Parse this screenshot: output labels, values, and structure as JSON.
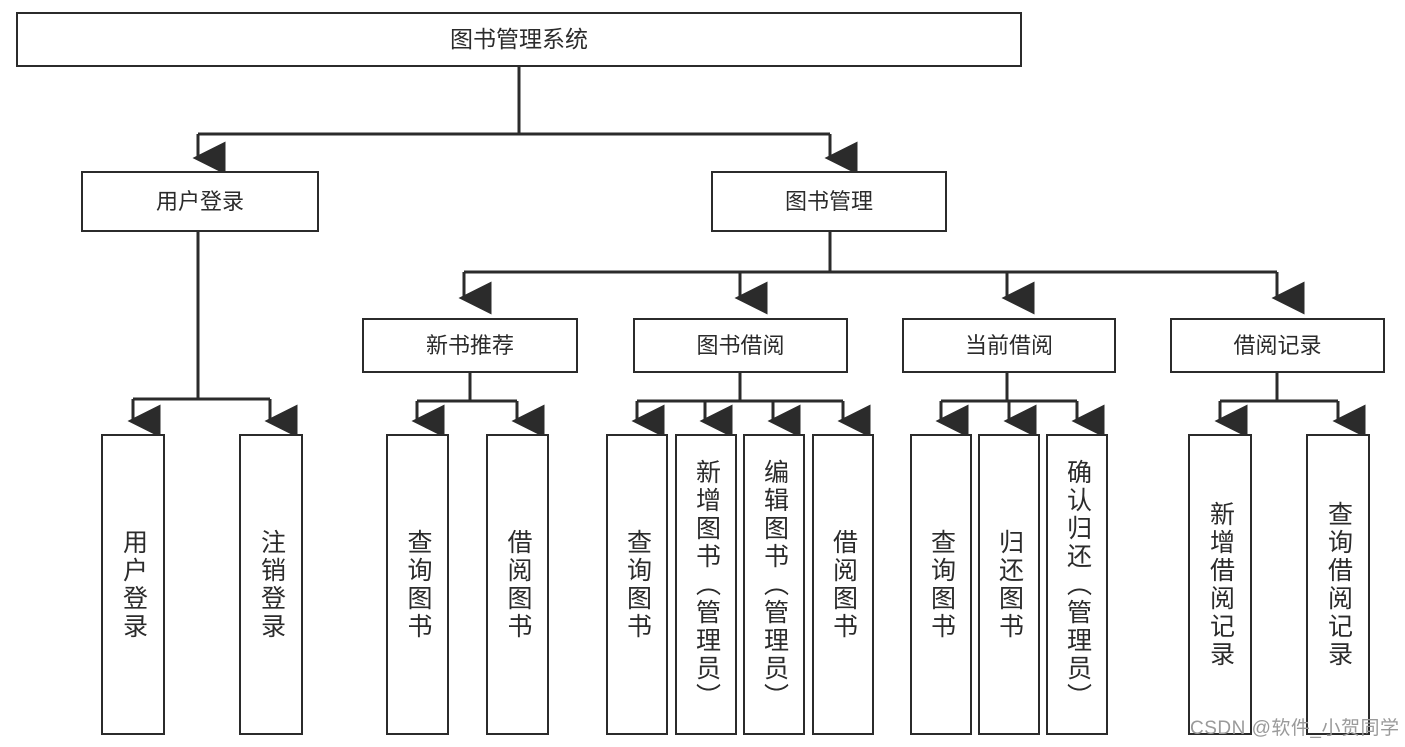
{
  "diagram": {
    "type": "tree",
    "title": "图书管理系统",
    "colors": {
      "stroke": "#2b2b2b",
      "fill": "#ffffff",
      "text": "#2b2b2b",
      "watermark": "#9a9a9a"
    },
    "nodes": {
      "root": {
        "label": "图书管理系统"
      },
      "level2": [
        {
          "label": "用户登录"
        },
        {
          "label": "图书管理"
        }
      ],
      "level3": [
        {
          "label": "新书推荐"
        },
        {
          "label": "图书借阅"
        },
        {
          "label": "当前借阅"
        },
        {
          "label": "借阅记录"
        }
      ],
      "leaves": {
        "user_login": [
          {
            "label": "用户登录"
          },
          {
            "label": "注销登录"
          }
        ],
        "new_book_recommend": [
          {
            "label": "查询图书"
          },
          {
            "label": "借阅图书"
          }
        ],
        "book_borrow": [
          {
            "label": "查询图书"
          },
          {
            "label": "新增图书（管理员）"
          },
          {
            "label": "编辑图书（管理员）"
          },
          {
            "label": "借阅图书"
          }
        ],
        "current_borrow": [
          {
            "label": "查询图书"
          },
          {
            "label": "归还图书"
          },
          {
            "label": "确认归还（管理员）"
          }
        ],
        "borrow_record": [
          {
            "label": "新增借阅记录"
          },
          {
            "label": "查询借阅记录"
          }
        ]
      }
    }
  },
  "watermark": {
    "text": "CSDN @软件_小贺同学"
  }
}
